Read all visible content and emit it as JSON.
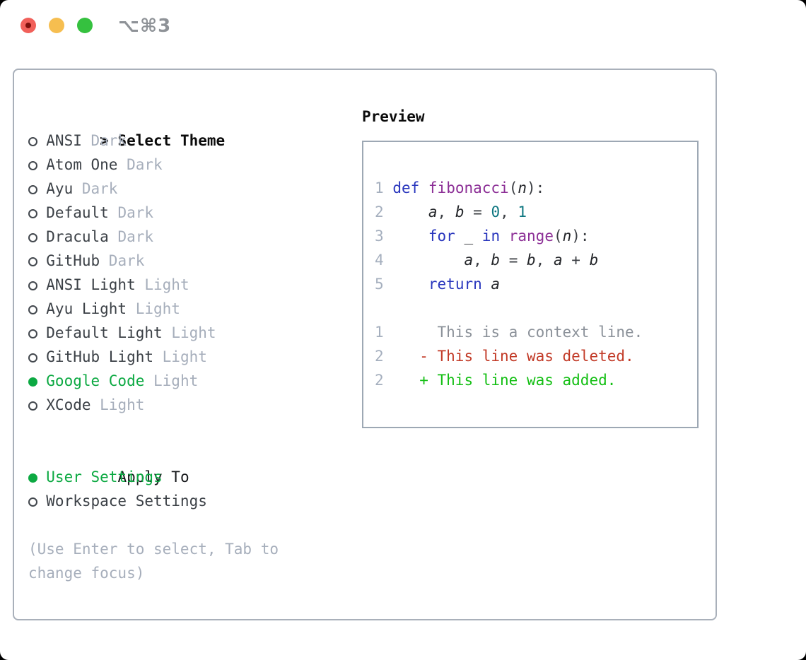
{
  "window": {
    "title": "⌥⌘3",
    "traffic_lights": [
      "close",
      "minimize",
      "zoom"
    ]
  },
  "colors": {
    "traffic_red": "#f1605a",
    "traffic_yellow": "#f6be50",
    "traffic_green": "#35c13f",
    "panel_border": "#a9b0ba",
    "selected_green": "#0ca942",
    "muted_gray": "#a6aebb",
    "keyword_blue": "#2936bd",
    "type_purple": "#8c2f96",
    "literal_teal": "#0d7680",
    "diff_delete_red": "#c23a27",
    "diff_add_green": "#14bf14",
    "diff_context_gray": "#8b9199"
  },
  "theme_list": {
    "focus_indicator": ">",
    "header": "Select Theme",
    "items": [
      {
        "name": "ANSI",
        "variant": "Dark",
        "selected": false
      },
      {
        "name": "Atom One",
        "variant": "Dark",
        "selected": false
      },
      {
        "name": "Ayu",
        "variant": "Dark",
        "selected": false
      },
      {
        "name": "Default",
        "variant": "Dark",
        "selected": false
      },
      {
        "name": "Dracula",
        "variant": "Dark",
        "selected": false
      },
      {
        "name": "GitHub",
        "variant": "Dark",
        "selected": false
      },
      {
        "name": "ANSI Light",
        "variant": "Light",
        "selected": false
      },
      {
        "name": "Ayu Light",
        "variant": "Light",
        "selected": false
      },
      {
        "name": "Default Light",
        "variant": "Light",
        "selected": false
      },
      {
        "name": "GitHub Light",
        "variant": "Light",
        "selected": false
      },
      {
        "name": "Google Code",
        "variant": "Light",
        "selected": true
      },
      {
        "name": "XCode",
        "variant": "Light",
        "selected": false
      }
    ]
  },
  "apply_to": {
    "header": "Apply To",
    "options": [
      {
        "label": "User Settings",
        "selected": true
      },
      {
        "label": "Workspace Settings",
        "selected": false
      }
    ]
  },
  "hint": "(Use Enter to select, Tab to change focus)",
  "preview": {
    "header": "Preview",
    "code_lines": [
      {
        "num": "1",
        "tokens": [
          {
            "t": "def",
            "c": "kwd"
          },
          {
            "t": " ",
            "c": "pln"
          },
          {
            "t": "fibonacci",
            "c": "typ"
          },
          {
            "t": "(",
            "c": "pun"
          },
          {
            "t": "n",
            "c": "var"
          },
          {
            "t": "):",
            "c": "pun"
          }
        ]
      },
      {
        "num": "2",
        "tokens": [
          {
            "t": "    ",
            "c": "pln"
          },
          {
            "t": "a",
            "c": "var"
          },
          {
            "t": ", ",
            "c": "pun"
          },
          {
            "t": "b",
            "c": "var"
          },
          {
            "t": " = ",
            "c": "pun"
          },
          {
            "t": "0",
            "c": "lit"
          },
          {
            "t": ", ",
            "c": "pun"
          },
          {
            "t": "1",
            "c": "lit"
          }
        ]
      },
      {
        "num": "3",
        "tokens": [
          {
            "t": "    ",
            "c": "pln"
          },
          {
            "t": "for",
            "c": "kwd"
          },
          {
            "t": " ",
            "c": "pln"
          },
          {
            "t": "_",
            "c": "var"
          },
          {
            "t": " ",
            "c": "pln"
          },
          {
            "t": "in",
            "c": "kwd"
          },
          {
            "t": " ",
            "c": "pln"
          },
          {
            "t": "range",
            "c": "typ"
          },
          {
            "t": "(",
            "c": "pun"
          },
          {
            "t": "n",
            "c": "var"
          },
          {
            "t": "):",
            "c": "pun"
          }
        ]
      },
      {
        "num": "4",
        "tokens": [
          {
            "t": "        ",
            "c": "pln"
          },
          {
            "t": "a",
            "c": "var"
          },
          {
            "t": ", ",
            "c": "pun"
          },
          {
            "t": "b",
            "c": "var"
          },
          {
            "t": " = ",
            "c": "pun"
          },
          {
            "t": "b",
            "c": "var"
          },
          {
            "t": ", ",
            "c": "pun"
          },
          {
            "t": "a",
            "c": "var"
          },
          {
            "t": " + ",
            "c": "pun"
          },
          {
            "t": "b",
            "c": "var"
          }
        ]
      },
      {
        "num": "5",
        "tokens": [
          {
            "t": "    ",
            "c": "pln"
          },
          {
            "t": "return",
            "c": "kwd"
          },
          {
            "t": " ",
            "c": "pln"
          },
          {
            "t": "a",
            "c": "var"
          }
        ]
      }
    ],
    "diff_lines": [
      {
        "num": "1",
        "prefix": "  ",
        "text": "This is a context line.",
        "kind": "context"
      },
      {
        "num": "2",
        "prefix": "- ",
        "text": "This line was deleted.",
        "kind": "del"
      },
      {
        "num": "2",
        "prefix": "+ ",
        "text": "This line was added.",
        "kind": "add"
      }
    ]
  }
}
